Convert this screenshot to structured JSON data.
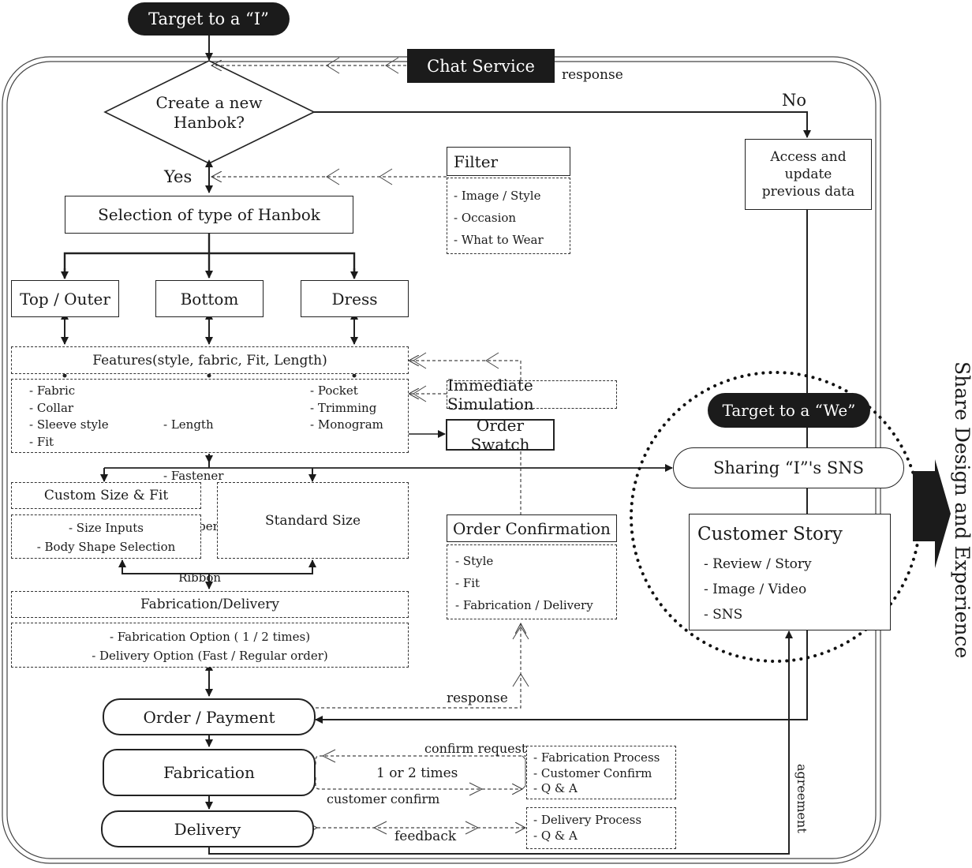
{
  "target_i": "Target to a “I”",
  "chat_service": "Chat Service",
  "response_top": "response",
  "decision": {
    "line1": "Create a new",
    "line2": "Hanbok?",
    "yes": "Yes",
    "no": "No"
  },
  "access_box": {
    "line1": "Access and",
    "line2": "update",
    "line3": "previous data"
  },
  "filter": {
    "title": "Filter",
    "items": [
      "- Image / Style",
      "- Occasion",
      "- What to Wear"
    ]
  },
  "selection_type": "Selection of type of Hanbok",
  "types": {
    "top": "Top / Outer",
    "bottom": "Bottom",
    "dress": "Dress"
  },
  "features": {
    "title": "Features(style, fabric, Fit, Length)",
    "col1": [
      "- Fabric",
      "- Collar",
      "- Sleeve style",
      "- Fit"
    ],
    "col2": [
      "- Length",
      "- Fastener",
      "  : Zipper, Button",
      "    Ribbon"
    ],
    "col3": [
      "- Pocket",
      "- Trimming",
      "- Monogram"
    ]
  },
  "immediate_simulation": "Immediate Simulation",
  "order_swatch": "Order Swatch",
  "custom_size": {
    "title": "Custom Size & Fit",
    "items": [
      "- Size Inputs",
      "- Body Shape Selection"
    ]
  },
  "standard_size": "Standard Size",
  "order_confirmation": {
    "title": "Order Confirmation",
    "items": [
      "- Style",
      "- Fit",
      "- Fabrication / Delivery"
    ]
  },
  "fabrication_delivery": {
    "title": "Fabrication/Delivery",
    "items": [
      "- Fabrication Option ( 1 / 2 times)",
      "- Delivery Option (Fast / Regular order)"
    ]
  },
  "response_bottom": "response",
  "order_payment": "Order / Payment",
  "fabrication": "Fabrication",
  "delivery": "Delivery",
  "confirm_request": "confirm request",
  "one_or_two": "1 or 2 times",
  "customer_confirm": "customer confirm",
  "feedback": "feedback",
  "fab_process": [
    "- Fabrication Process",
    "- Customer Confirm",
    "- Q & A"
  ],
  "delivery_process": [
    "- Delivery Process",
    "- Q & A"
  ],
  "agreement": "agreement",
  "target_we": "Target to a “We”",
  "sharing_sns": "Sharing “I”'s  SNS",
  "customer_story": {
    "title": "Customer Story",
    "items": [
      "- Review / Story",
      "- Image / Video",
      "- SNS"
    ]
  },
  "share_design": "Share Design and Experience"
}
